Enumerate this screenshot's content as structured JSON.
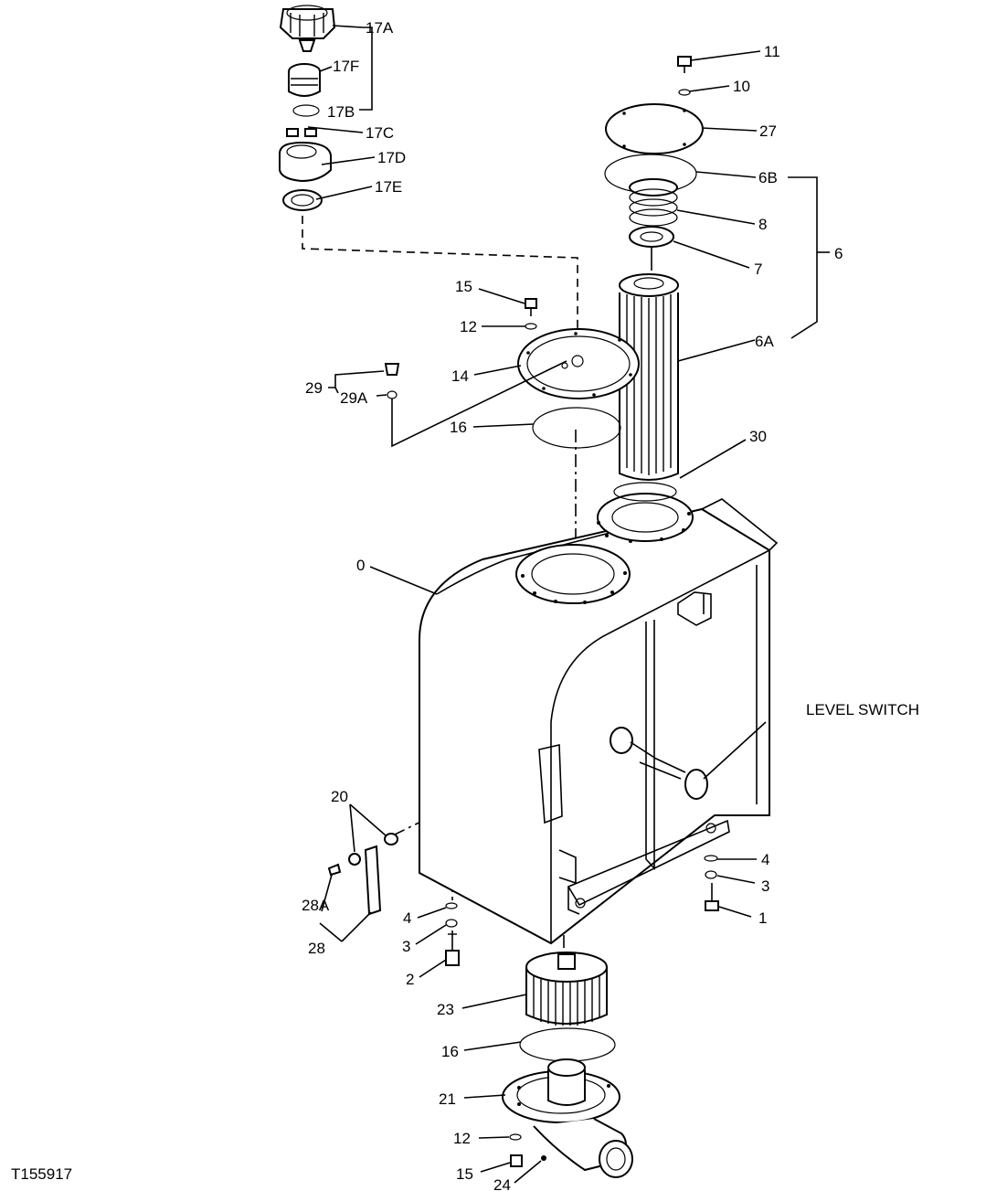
{
  "figure_id": "T155917",
  "callouts": {
    "c17A": "17A",
    "c17F": "17F",
    "c17B": "17B",
    "c17C": "17C",
    "c17D": "17D",
    "c17E": "17E",
    "c11": "11",
    "c10": "10",
    "c27": "27",
    "c6B": "6B",
    "c8": "8",
    "c7": "7",
    "c6": "6",
    "c6A": "6A",
    "c15a": "15",
    "c12a": "12",
    "c14": "14",
    "c29": "29",
    "c29A": "29A",
    "c16a": "16",
    "c30": "30",
    "c0": "0",
    "level_switch": "LEVEL SWITCH",
    "c20": "20",
    "c28A": "28A",
    "c28": "28",
    "c4a": "4",
    "c3a": "3",
    "c2": "2",
    "c4b": "4",
    "c3b": "3",
    "c1": "1",
    "c23": "23",
    "c16b": "16",
    "c21": "21",
    "c12b": "12",
    "c15b": "15",
    "c24": "24"
  }
}
